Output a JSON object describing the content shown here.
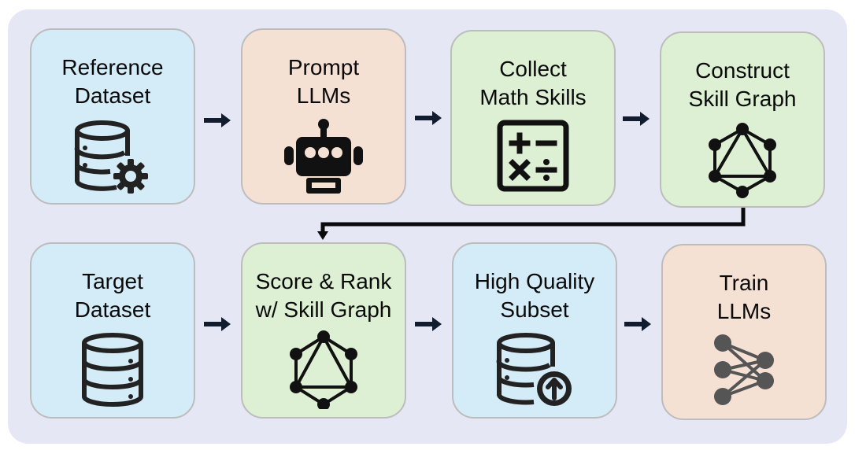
{
  "colors": {
    "panel": "#e6e7f5",
    "blue": "#d4ebf8",
    "peach": "#f5e0d4",
    "green": "#ddf0d3",
    "border": "#bdbdbd",
    "ink": "#0a0a0a"
  },
  "top_row": [
    {
      "lines": [
        "Reference",
        "Dataset"
      ],
      "icon": "database-gear-icon",
      "color": "blue"
    },
    {
      "lines": [
        "Prompt",
        "LLMs"
      ],
      "icon": "robot-icon",
      "color": "peach"
    },
    {
      "lines": [
        "Collect",
        "Math Skills"
      ],
      "icon": "calculator-icon",
      "color": "green"
    },
    {
      "lines": [
        "Construct",
        "Skill Graph"
      ],
      "icon": "graph-icon",
      "color": "green"
    }
  ],
  "bottom_row": [
    {
      "lines": [
        "Target",
        "Dataset"
      ],
      "icon": "database-icon",
      "color": "blue"
    },
    {
      "lines": [
        "Score & Rank",
        "w/ Skill Graph"
      ],
      "icon": "graph-icon",
      "color": "green"
    },
    {
      "lines": [
        "High Quality",
        "Subset"
      ],
      "icon": "database-upload-icon",
      "color": "blue"
    },
    {
      "lines": [
        "Train",
        "LLMs"
      ],
      "icon": "neural-network-icon",
      "color": "peach"
    }
  ]
}
